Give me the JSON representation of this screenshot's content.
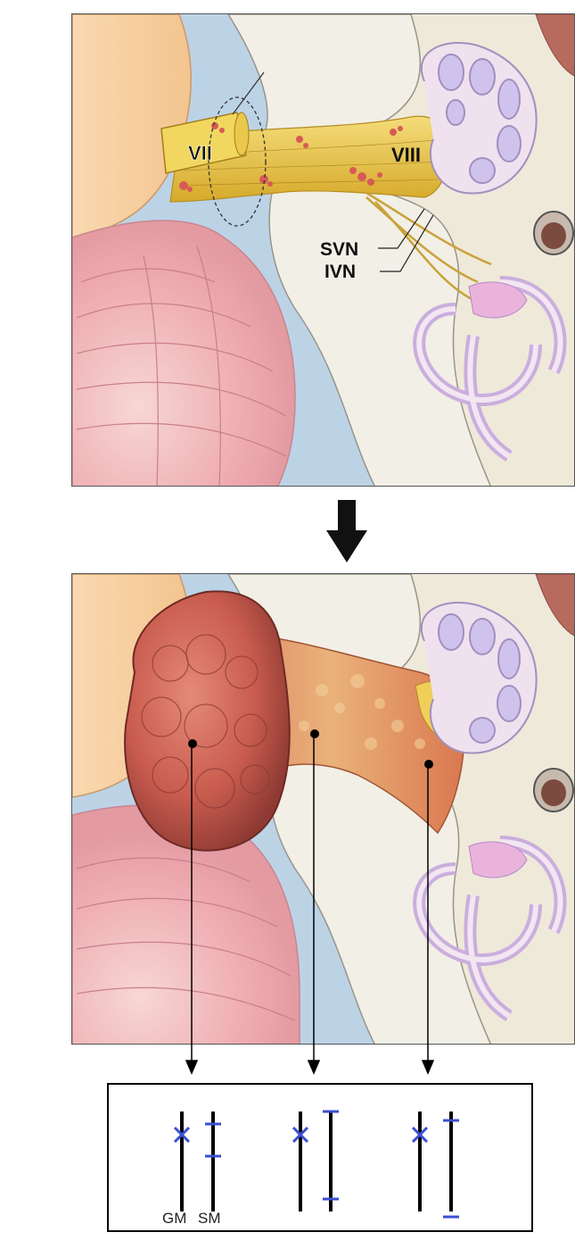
{
  "top_panel": {
    "labels": {
      "facial_nerve": "VII",
      "cochlear_nerve": "VIII",
      "superior_vestibular": "SVN",
      "inferior_vestibular": "IVN"
    }
  },
  "result_panel": {
    "lane_labels": [
      "GM",
      "SM"
    ],
    "samples": [
      {
        "gm_mark": "x",
        "sm_bands": 2
      },
      {
        "gm_mark": "x",
        "sm_bands": 2
      },
      {
        "gm_mark": "x",
        "sm_bands": 2
      }
    ]
  },
  "colors": {
    "nerve": "#e8c34a",
    "csf": "#bcd3e6",
    "cerebellum": "#f0b8b8",
    "bone": "#efe9da",
    "labyrinth": "#d9c7ef",
    "tumor": "#c65a4d",
    "band_blue": "#3a4fd0"
  }
}
